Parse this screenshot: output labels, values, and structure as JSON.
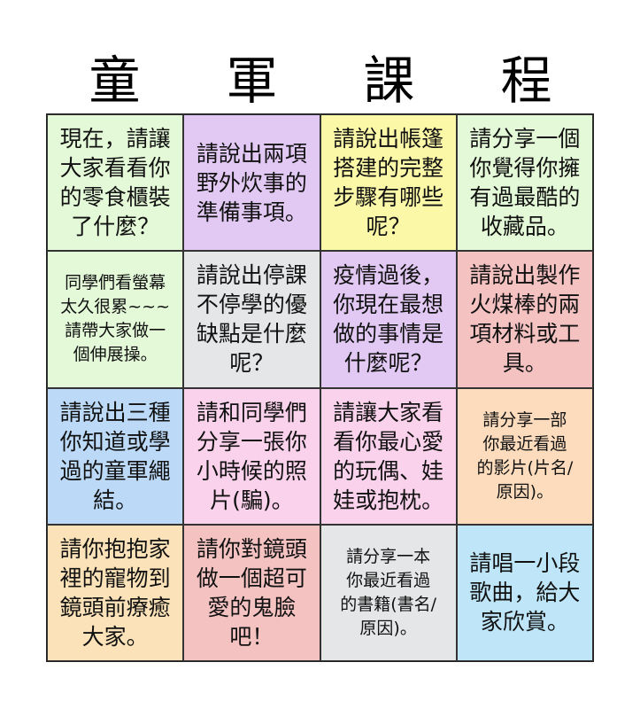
{
  "title": [
    "童",
    "軍",
    "課",
    "程"
  ],
  "cells": [
    {
      "lines": [
        "現在，請讓",
        "大家看看你",
        "的零食櫃裝",
        "了什麼？"
      ],
      "color": "#e4f9d8",
      "small": false
    },
    {
      "lines": [
        "請說出兩項",
        "野外炊事的",
        "準備事項。"
      ],
      "color": "#e2c9f4",
      "small": false
    },
    {
      "lines": [
        "請說出帳篷",
        "搭建的完整",
        "步驟有哪些",
        "呢？"
      ],
      "color": "#fbf8a8",
      "small": false
    },
    {
      "lines": [
        "請分享一個",
        "你覺得你擁",
        "有過最酷的",
        "收藏品。"
      ],
      "color": "#e4f9d8",
      "small": false
    },
    {
      "lines": [
        "同學們看螢幕",
        "太久很累~~~",
        "請帶大家做一",
        "個伸展操。"
      ],
      "color": "#e4f9d8",
      "small": true
    },
    {
      "lines": [
        "請說出停課",
        "不停學的優",
        "缺點是什麼",
        "呢？"
      ],
      "color": "#e5e6e8",
      "small": false
    },
    {
      "lines": [
        "疫情過後，",
        "你現在最想",
        "做的事情是",
        "什麼呢？"
      ],
      "color": "#e2c9f4",
      "small": false
    },
    {
      "lines": [
        "請說出製作",
        "火煤棒的兩",
        "項材料或工",
        "具。"
      ],
      "color": "#f5c2c2",
      "small": false
    },
    {
      "lines": [
        "請說出三種",
        "你知道或學",
        "過的童軍繩",
        "結。"
      ],
      "color": "#bcdaf8",
      "small": false
    },
    {
      "lines": [
        "請和同學們",
        "分享一張你",
        "小時候的照",
        "片(騙)。"
      ],
      "color": "#fbd2ec",
      "small": false
    },
    {
      "lines": [
        "請讓大家看",
        "看你最心愛",
        "的玩偶、娃",
        "娃或抱枕。"
      ],
      "color": "#fbd2ec",
      "small": false
    },
    {
      "lines": [
        "請分享一部",
        "你最近看過",
        "的影片(片名/",
        "原因)。"
      ],
      "color": "#fcdcbd",
      "small": true
    },
    {
      "lines": [
        "請你抱抱家",
        "裡的寵物到",
        "鏡頭前療癒",
        "大家。"
      ],
      "color": "#fbe2b8",
      "small": false
    },
    {
      "lines": [
        "請你對鏡頭",
        "做一個超可",
        "愛的鬼臉",
        "吧！"
      ],
      "color": "#f5c2c2",
      "small": false
    },
    {
      "lines": [
        "請分享一本",
        "你最近看過",
        "的書籍(書名/",
        "原因)。"
      ],
      "color": "#e5e6e8",
      "small": true
    },
    {
      "lines": [
        "請唱一小段",
        "歌曲，給大",
        "家欣賞。"
      ],
      "color": "#bee6f8",
      "small": false
    }
  ]
}
